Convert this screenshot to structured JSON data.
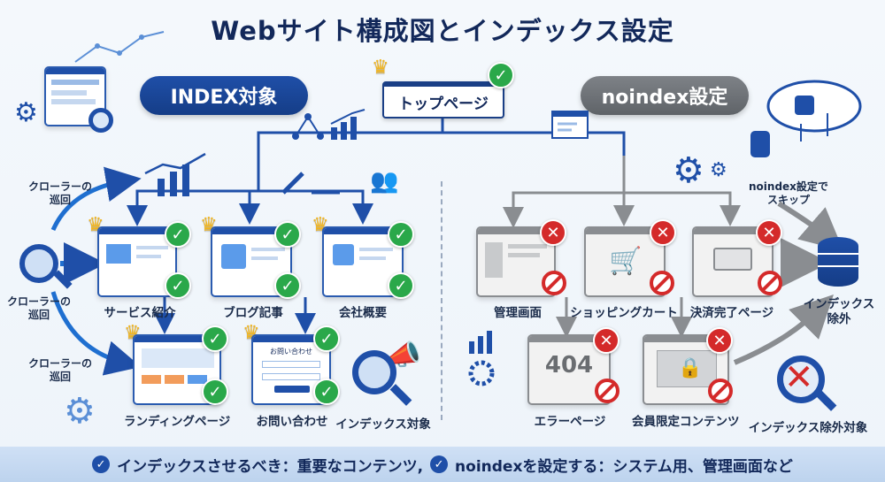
{
  "title": "Webサイト構成図とインデックス設定",
  "pills": {
    "index": "INDEX対象",
    "noindex": "noindex設定"
  },
  "top_page": "トップページ",
  "index_pages": {
    "service": "サービス紹介",
    "blog": "ブログ記事",
    "company": "会社概要",
    "landing": "ランディングページ",
    "contact": "お問い合わせ",
    "contact_form_title": "お問い合わせ"
  },
  "noindex_pages": {
    "admin": "管理画面",
    "shopping": "ショッピングカート",
    "payment": "決済完了ページ",
    "error": "エラーページ",
    "members": "会員限定コンテンツ",
    "error_code": "404"
  },
  "crawler": {
    "label1": "クローラーの\n巡回",
    "label2": "クローラーの\n巡回",
    "label3": "クローラーの\n巡回"
  },
  "right_side": {
    "skip": "noindex設定で\nスキップ",
    "excluded": "インデックス\n除外",
    "excluded_target": "インデックス除外対象"
  },
  "index_target": "インデックス対象",
  "footer": {
    "left": "インデックスさせるべき：重要なコンテンツ,",
    "right": "noindexを設定する：システム用、管理画面など"
  },
  "colors": {
    "index": "#1f4fa8",
    "noindex": "#7e8287",
    "ok": "#2aa84a",
    "ng": "#d42a2a",
    "crown": "#f2b51d"
  }
}
